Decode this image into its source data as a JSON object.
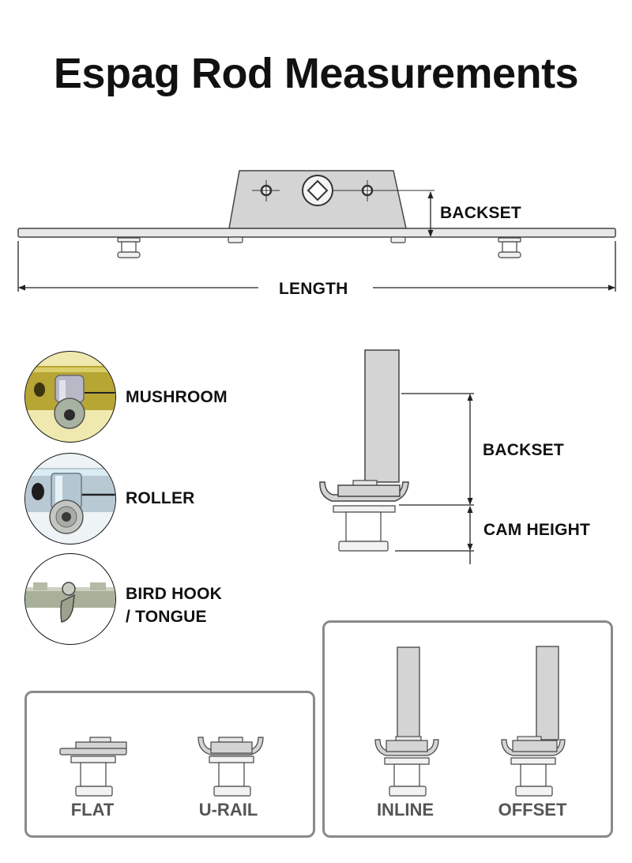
{
  "title": "Espag Rod Measurements",
  "rod_diagram": {
    "backset_label": "BACKSET",
    "length_label": "LENGTH"
  },
  "cam_types": [
    {
      "label": "MUSHROOM",
      "icon": "mushroom-cam-photo",
      "tint": "#b7a534"
    },
    {
      "label": "ROLLER",
      "icon": "roller-cam-photo",
      "tint": "#a9c4d4"
    },
    {
      "label_line1": "BIRD HOOK",
      "label_line2": "/ TONGUE",
      "icon": "bird-hook-cam-photo",
      "tint": "#a8b09a"
    }
  ],
  "side_diagram": {
    "backset_label": "BACKSET",
    "cam_height_label": "CAM HEIGHT"
  },
  "rail_types": {
    "flat_label": "FLAT",
    "urail_label": "U-RAIL"
  },
  "gearbox_types": {
    "inline_label": "INLINE",
    "offset_label": "OFFSET"
  },
  "colors": {
    "part_fill": "#d4d4d4",
    "outline": "#444444",
    "panel_border": "#8a8a8a",
    "label_grey": "#555555"
  }
}
